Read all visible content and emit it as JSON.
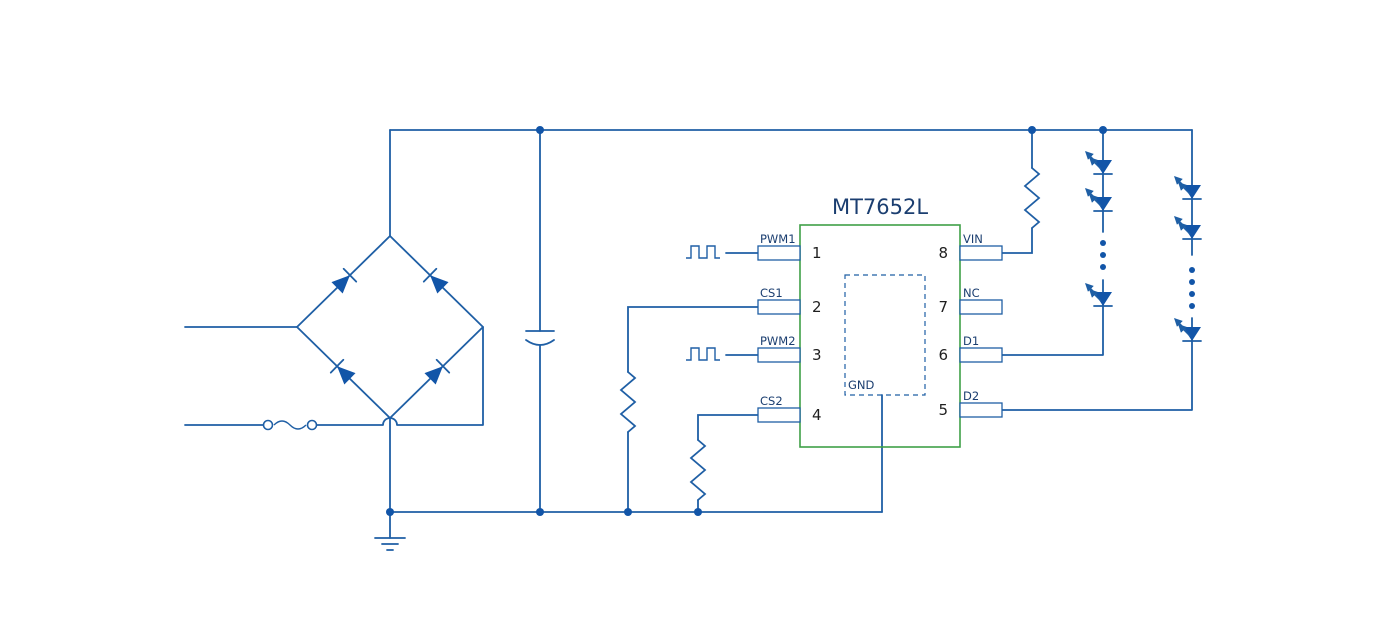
{
  "colors": {
    "wire": "#1f5fa5",
    "component_fill": "#1255a8",
    "ic_border": "#3fa047",
    "label_text": "#1b3e70",
    "pin_number_text": "#1f1f1f",
    "background": "#ffffff"
  },
  "ic": {
    "title": "MT7652L",
    "gnd_label": "GND",
    "pins_left": [
      {
        "num": "1",
        "label": "PWM1"
      },
      {
        "num": "2",
        "label": "CS1"
      },
      {
        "num": "3",
        "label": "PWM2"
      },
      {
        "num": "4",
        "label": "CS2"
      }
    ],
    "pins_right": [
      {
        "num": "8",
        "label": "VIN"
      },
      {
        "num": "7",
        "label": "NC"
      },
      {
        "num": "6",
        "label": "D1"
      },
      {
        "num": "5",
        "label": "D2"
      }
    ]
  }
}
